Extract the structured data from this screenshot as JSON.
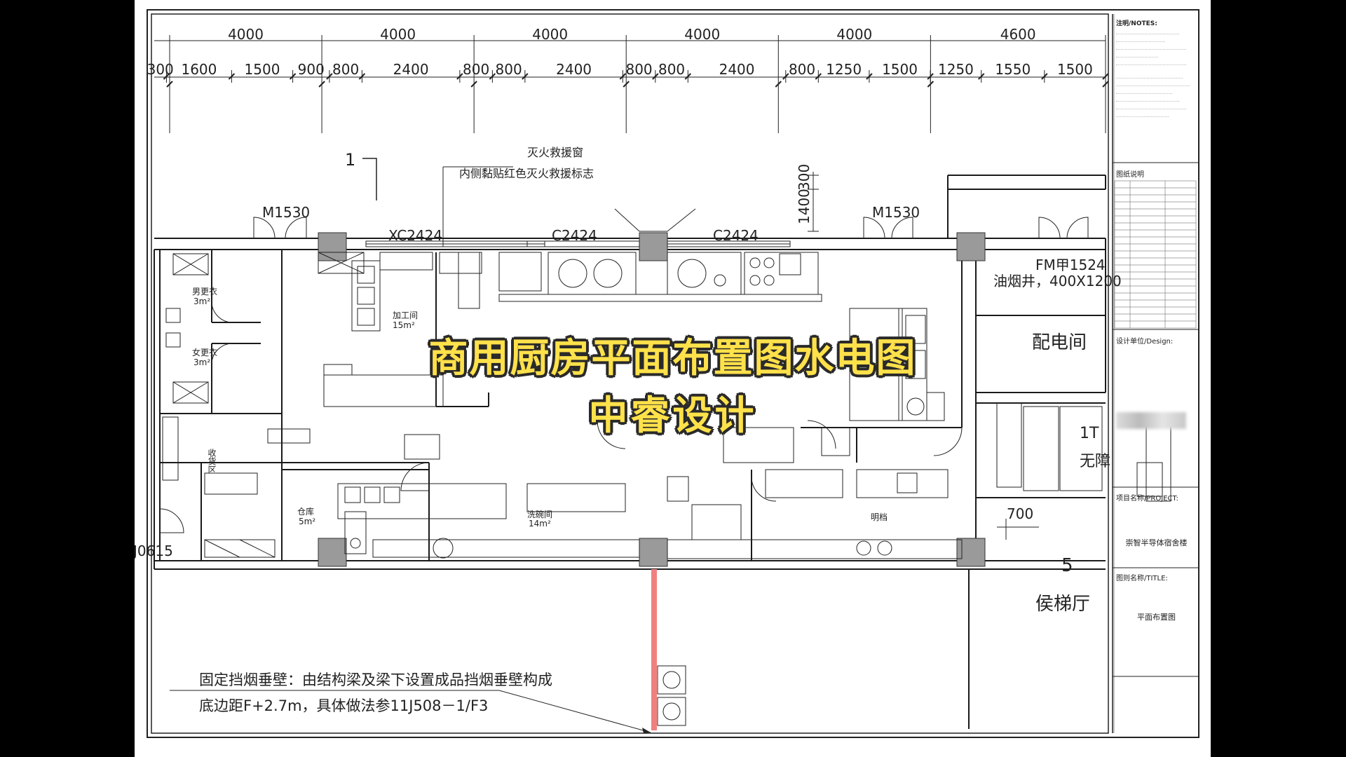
{
  "dimensions": {
    "top_row": [
      "4000",
      "4000",
      "4000",
      "4000",
      "4000",
      "4600"
    ],
    "second_row": [
      "300",
      "1600",
      "1500",
      "900",
      "800",
      "2400",
      "800",
      "800",
      "2400",
      "800",
      "800",
      "2400",
      "800",
      "1250",
      "1500",
      "1250",
      "1550",
      "1500"
    ],
    "side_300": "300",
    "side_1400": "1400",
    "bottom_700": "700"
  },
  "labels": {
    "section_mark": "1",
    "fire_window_line1": "灭火救援窗",
    "fire_window_line2": "内侧黏贴红色灭火救援标志",
    "door_left": "M1530",
    "door_right": "M1530",
    "window_xc": "XC2424",
    "window_c1": "C2424",
    "window_c2": "C2424",
    "fm_door": "FM甲1524",
    "smoke_shaft": "油烟井，400X1200",
    "power_room": "配电间",
    "male_locker": "男更衣",
    "male_area": "3m²",
    "female_locker": "女更衣",
    "female_area": "3m²",
    "processing_room": "加工间",
    "processing_area": "15m²",
    "receiving": "收货区",
    "storage": "仓库",
    "storage_area": "5m²",
    "dishwash": "洗碗间",
    "dishwash_area": "14m²",
    "open_kitchen": "明档",
    "door_bottom_left": "J0615",
    "elevator_hall": "侯梯厅",
    "axis_5": "5",
    "lift_1": "1T",
    "barrier_free": "无障",
    "note_line1": "固定挡烟垂壁：由结构梁及梁下设置成品挡烟垂壁构成",
    "note_line2": "底边距F+2.7m，具体做法参11J508－1/F3"
  },
  "overlay": {
    "title_line1": "商用厨房平面布置图水电图",
    "title_line2": "中睿设计"
  },
  "title_block": {
    "notes_header": "注明/NOTES:",
    "drawing_desc": "图纸说明",
    "design_unit": "设计单位/Design:",
    "project_label": "项目名称/PROJECT:",
    "project_name": "崇智半导体宿舍楼",
    "title_label": "图则名称/TITLE:",
    "title_name": "平面布置图"
  },
  "colors": {
    "line": "#1a1a1a",
    "column": "#9a9a9a",
    "red_pipe": "#f08080",
    "overlay_text": "#ffe14a"
  }
}
